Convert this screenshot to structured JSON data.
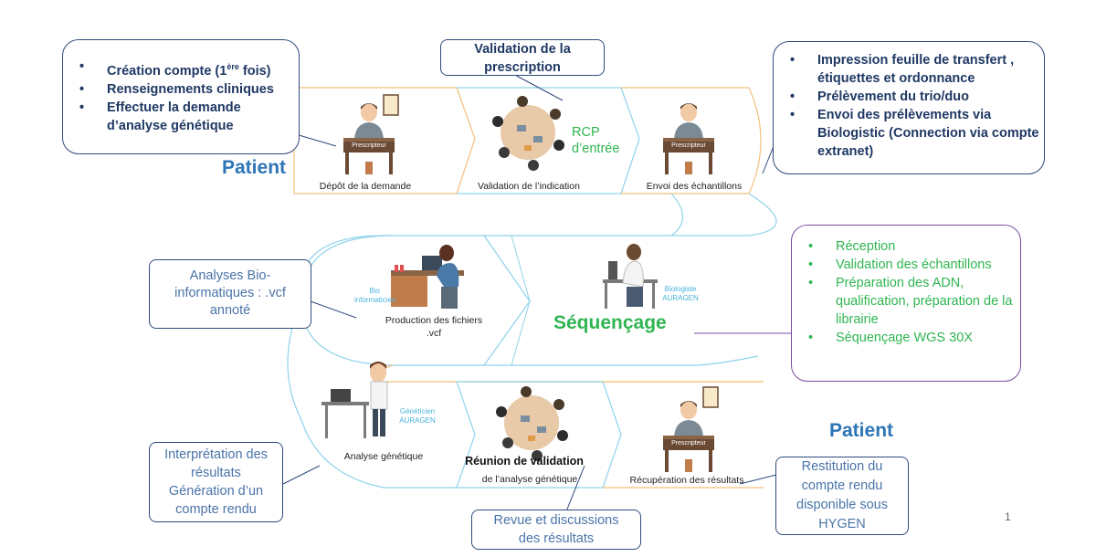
{
  "callouts": {
    "patient_tasks": [
      "Création compte (1",
      "Renseignements cliniques",
      "Effectuer la demande d’analyse génétique"
    ],
    "patient_tasks_sup": "ère",
    "patient_tasks_after": " fois)",
    "validation_prescription": "Validation de la prescription",
    "shipping_tasks": [
      "Impression feuille de transfert , étiquettes et ordonnance",
      "Prélèvement du trio/duo",
      "Envoi des prélèvements via Biologistic (Connection via compte extranet)"
    ],
    "bioinfo": "Analyses Bio-informatiques : .vcf annoté",
    "lab_tasks": [
      "Réception",
      "Validation des échantillons",
      "Préparation des ADN, qualification, préparation de la librairie",
      "Séquençage WGS 30X"
    ],
    "interpretation": "Interprétation des résultats Génération d’un compte rendu",
    "review": "Revue et discussions des résultats",
    "restitution": "Restitution du compte rendu disponible sous HYGEN"
  },
  "labels": {
    "patient_top": "Patient",
    "patient_bottom": "Patient",
    "sequencage": "Séquençage",
    "rcp": "RCP d’entrée",
    "prescripteur": "Prescripteur",
    "bio_informaticien": "Bio informaticien",
    "biologiste": "Biologiste AURAGEN",
    "geneticien": "Généticien AURAGEN",
    "page_number": "1"
  },
  "steps": {
    "depot": "Dépôt de la demande",
    "validation_indication": "Validation de l’indication",
    "envoi": "Envoi des échantillons",
    "production": "Production des fichiers .vcf",
    "analyse": "Analyse génétique",
    "reunion": "Réunion de validation",
    "reunion_sub": "de l’analyse génétique",
    "recuperation": "Récupération des résultats"
  },
  "colors": {
    "navy": "#1f3864",
    "green": "#2fb551",
    "steel_blue": "#4a73a8",
    "patient_blue": "#2e75b6",
    "orange_line": "#f2c07a",
    "cyan_line": "#8fd3ea",
    "callout_border": "#2e4a7a",
    "purple_border": "#7b4ca0"
  }
}
